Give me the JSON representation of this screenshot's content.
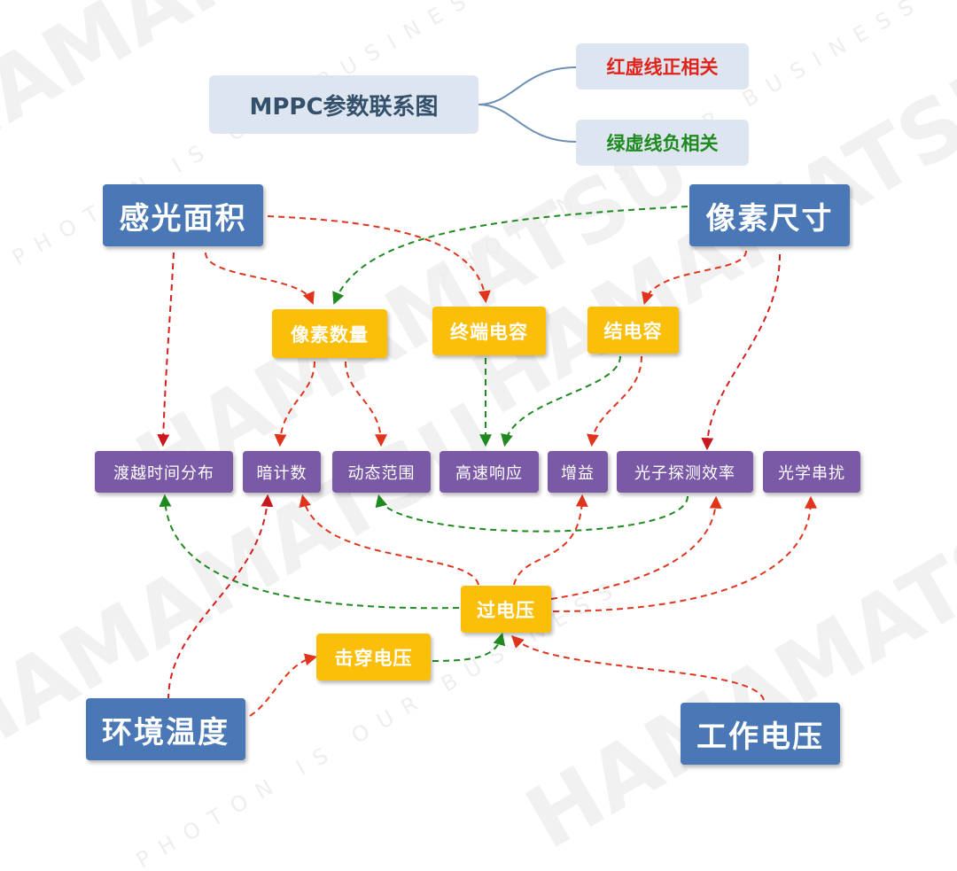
{
  "title": "MPPC参数联系图",
  "legend": {
    "red": "红虚线正相关",
    "green": "绿虚线负相关"
  },
  "colors": {
    "positive": "#e0351c",
    "negative": "#1f8a1f",
    "input_node": "#4a78b6",
    "intermediate_node": "#fbbf0a",
    "output_node": "#7a5aa6"
  },
  "inputs": {
    "area": "感光面积",
    "pixel_size": "像素尺寸",
    "temperature": "环境温度",
    "voltage": "工作电压"
  },
  "intermediates": {
    "pixel_count": "像素数量",
    "terminal_cap": "终端电容",
    "junction_cap": "结电容",
    "overvoltage": "过电压",
    "breakdown": "击穿电压"
  },
  "outputs": {
    "transit": "渡越时间分布",
    "dark_count": "暗计数",
    "dynamic_range": "动态范围",
    "high_speed": "高速响应",
    "gain": "增益",
    "pde": "光子探测效率",
    "crosstalk": "光学串扰"
  },
  "watermark": {
    "brand": "HAMAMATSU",
    "slogan": "PHOTON IS OUR BUSINESS"
  }
}
